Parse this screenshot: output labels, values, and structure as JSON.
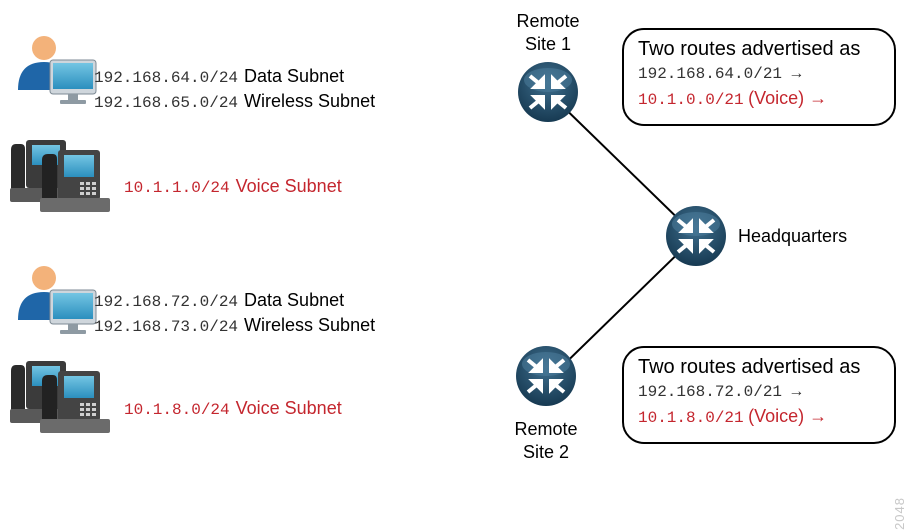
{
  "site1_groups": {
    "data": {
      "ip": "192.168.64.0/24",
      "name": "Data Subnet"
    },
    "wireless": {
      "ip": "192.168.65.0/24",
      "name": "Wireless Subnet"
    },
    "voice": {
      "ip": "10.1.1.0/24",
      "name": "Voice Subnet"
    }
  },
  "site2_groups": {
    "data": {
      "ip": "192.168.72.0/24",
      "name": "Data Subnet"
    },
    "wireless": {
      "ip": "192.168.73.0/24",
      "name": "Wireless Subnet"
    },
    "voice": {
      "ip": "10.1.8.0/24",
      "name": "Voice Subnet"
    }
  },
  "remote_site_1": {
    "line1": "Remote",
    "line2": "Site 1"
  },
  "remote_site_2": {
    "line1": "Remote",
    "line2": "Site 2"
  },
  "headquarters": {
    "label": "Headquarters"
  },
  "callout_1": {
    "title": "Two routes advertised as",
    "route1": "192.168.64.0/21 →",
    "route2_ip": "10.1.0.0/21",
    "route2_label": "(Voice) →"
  },
  "callout_2": {
    "title": "Two routes advertised as",
    "route1": "192.168.72.0/21 →",
    "route2_ip": "10.1.8.0/21",
    "route2_label": "(Voice) →"
  },
  "figure_id": "2048",
  "colors": {
    "voice": "#c4262e",
    "router": "#1e4a66",
    "screen": "#3aa0c8"
  },
  "icons": [
    "user-computer-icon",
    "ip-phone-icon",
    "router-icon"
  ]
}
